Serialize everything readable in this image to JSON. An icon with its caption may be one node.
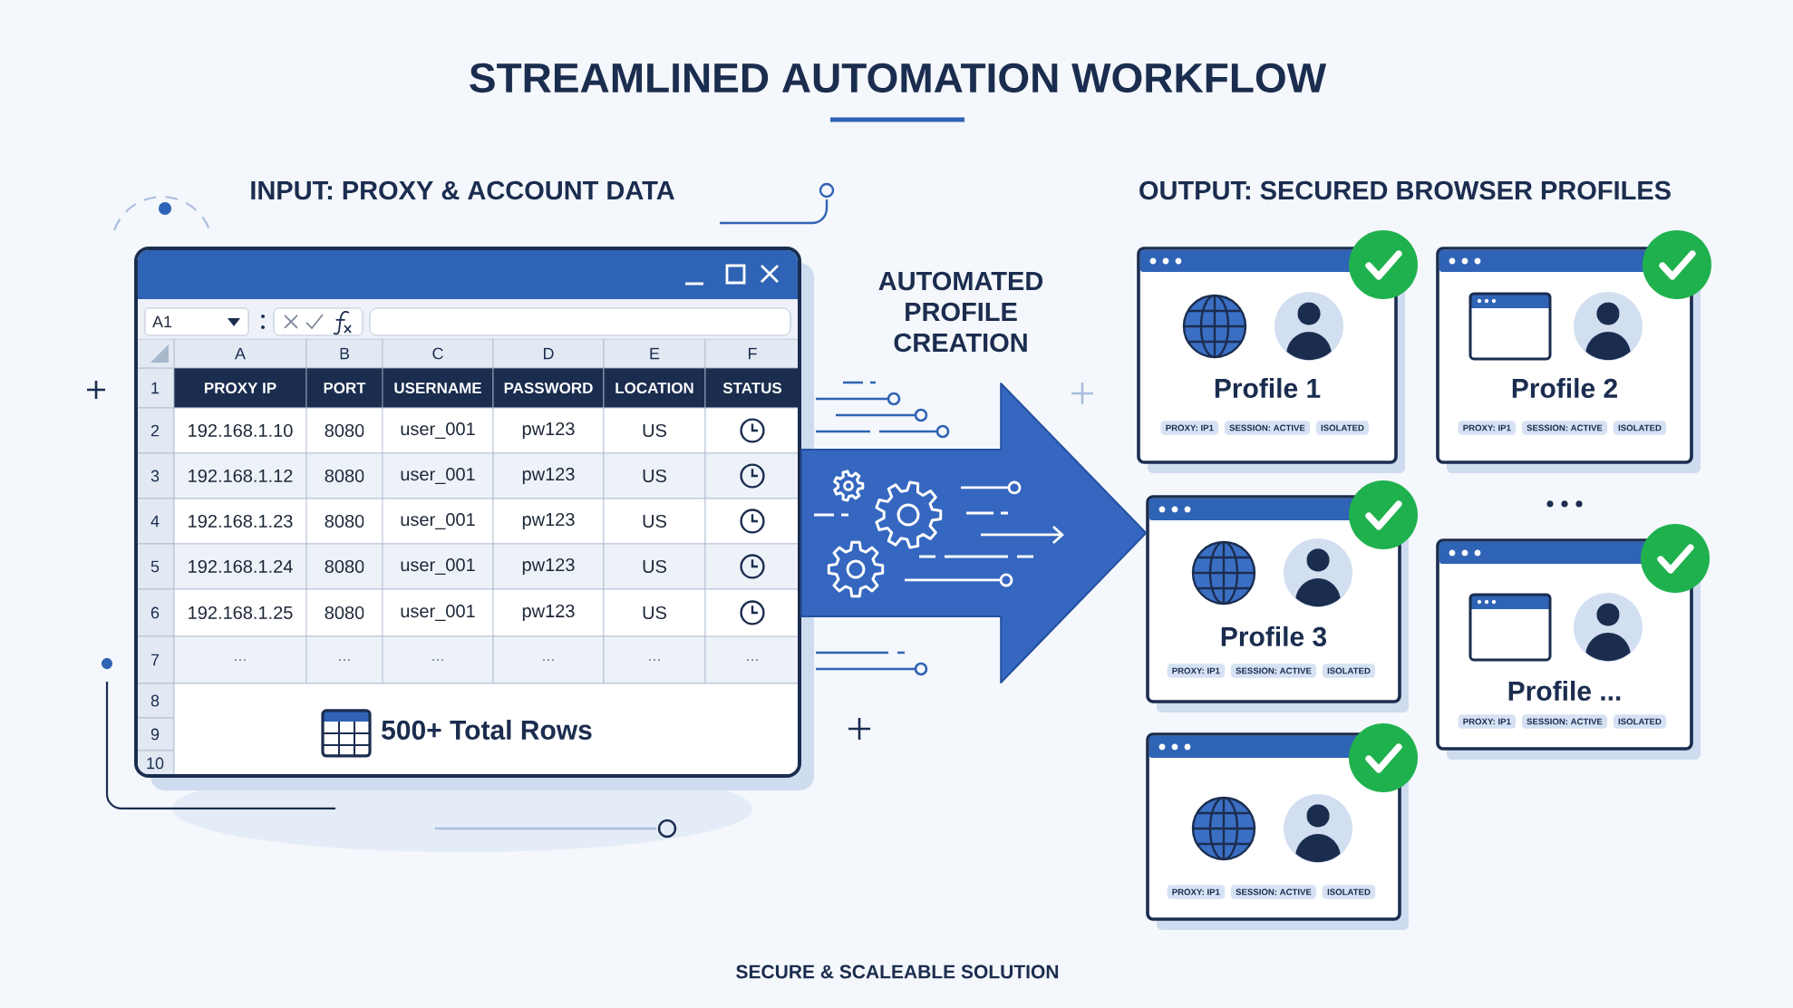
{
  "diagram": {
    "title": "STREAMLINED AUTOMATION WORKFLOW",
    "caption": "SECURE & SCALEABLE SOLUTION",
    "nodes": [
      {
        "text": [
          "INPUT: PROXY & ACCOUNT DATA"
        ]
      },
      {
        "text": [
          "Profile 1",
          "PROXY: IP1",
          "SESSION: ACTIVE",
          "ISOLATED"
        ]
      },
      {
        "text": [
          "Profile 2",
          "PROXY: IP1",
          "SESSION: ACTIVE",
          "ISOLATED"
        ]
      },
      {
        "text": [
          "Profile 3",
          "PROXY: IP1",
          "SESSION: ACTIVE",
          "ISOLATED"
        ]
      },
      {
        "text": [
          "Profile ...",
          "PROXY: IP1",
          "SESSION: ACTIVE",
          "ISOLATED"
        ]
      },
      {
        "text": [
          "PROXY: IP1",
          "SESSION: ACTIVE",
          "ISOLATED"
        ]
      }
    ],
    "edges": [
      {
        "from": 0,
        "to": 3,
        "arrow": "to"
      }
    ],
    "labels": [
      "OUTPUT: SECURED BROWSER PROFILES",
      "AUTOMATED PROFILE CREATION",
      "A1",
      "A",
      "B",
      "C",
      "D",
      "E",
      "F",
      "1",
      "PROXY IP",
      "PORT",
      "USERNAME",
      "PASSWORD",
      "LOCATION",
      "STATUS",
      "2",
      "192.168.1.10",
      "8080",
      "user_001",
      "pw123",
      "US",
      "3",
      "192.168.1.12",
      "8080",
      "user_001",
      "pw123",
      "US",
      "4",
      "192.168.1.23",
      "8080",
      "user_001",
      "pw123",
      "US",
      "5",
      "192.168.1.24",
      "8080",
      "user_001",
      "pw123",
      "US",
      "6",
      "192.168.1.25",
      "8080",
      "user_001",
      "pw123",
      "US",
      "7",
      "...",
      "...",
      "...",
      "...",
      "...",
      "...",
      "8",
      "9",
      "10",
      "500+ Total Rows"
    ]
  }
}
